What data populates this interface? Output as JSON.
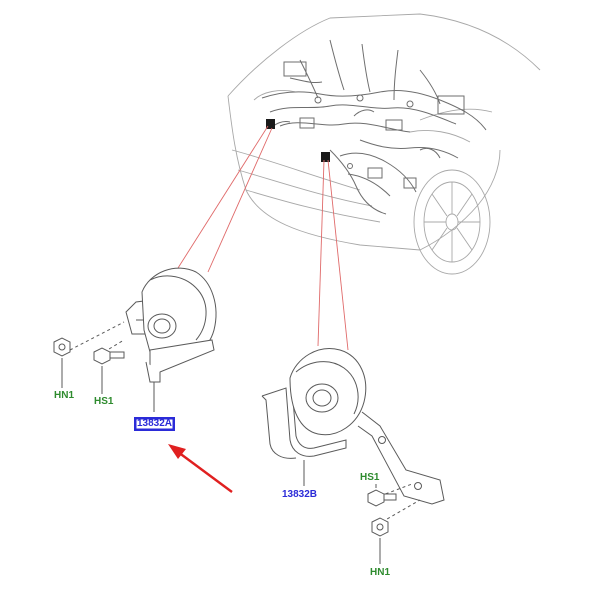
{
  "callouts": {
    "hn1_left": "HN1",
    "hs1_left": "HS1",
    "part_a": "13832A",
    "part_b": "13832B",
    "hs1_right": "HS1",
    "hn1_right": "HN1"
  },
  "colors": {
    "line": "#5a5a5a",
    "car_line": "#a8a8a8",
    "leader_red": "#e06a6a",
    "arrow_red": "#e02020",
    "label_green": "#2e8b2e",
    "label_blue": "#2b2bd8"
  }
}
